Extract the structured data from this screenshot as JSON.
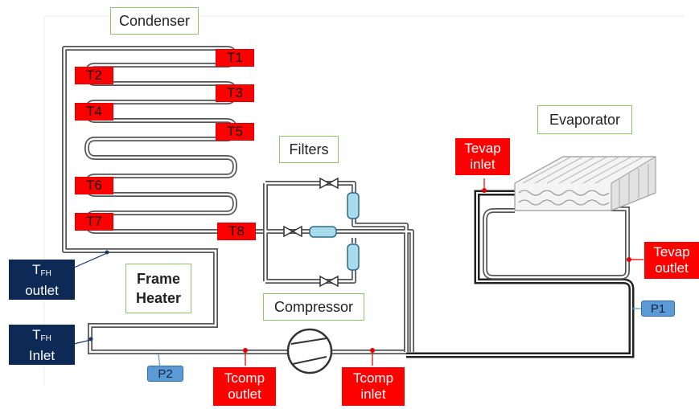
{
  "components": {
    "condenser": "Condenser",
    "filters": "Filters",
    "evaporator": "Evaporator",
    "compressor": "Compressor",
    "frame_heater_line1": "Frame",
    "frame_heater_line2": "Heater"
  },
  "temperature_points": {
    "t1": "T1",
    "t2": "T2",
    "t3": "T3",
    "t4": "T4",
    "t5": "T5",
    "t6": "T6",
    "t7": "T7",
    "t8": "T8"
  },
  "sensors": {
    "tevap_inlet_line1": "Tevap",
    "tevap_inlet_line2": "inlet",
    "tevap_outlet_line1": "Tevap",
    "tevap_outlet_line2": "outlet",
    "tcomp_outlet_line1": "Tcomp",
    "tcomp_outlet_line2": "outlet",
    "tcomp_inlet_line1": "Tcomp",
    "tcomp_inlet_line2": "inlet",
    "tfh_outlet_main": "T",
    "tfh_outlet_sub": "FH",
    "tfh_outlet_line2": "outlet",
    "tfh_inlet_main": "T",
    "tfh_inlet_sub": "FH",
    "tfh_inlet_line2": "Inlet"
  },
  "pressure_points": {
    "p1": "P1",
    "p2": "P2"
  },
  "colors": {
    "pipe_stroke": "#555555",
    "pipe_fill": "#ffffff",
    "sensor_red": "#ff0000",
    "sensor_navy": "#0d2a57",
    "pressure_blue": "#5b9bd5",
    "filter_fill": "#a8dced",
    "label_border": "#8fc56a"
  }
}
